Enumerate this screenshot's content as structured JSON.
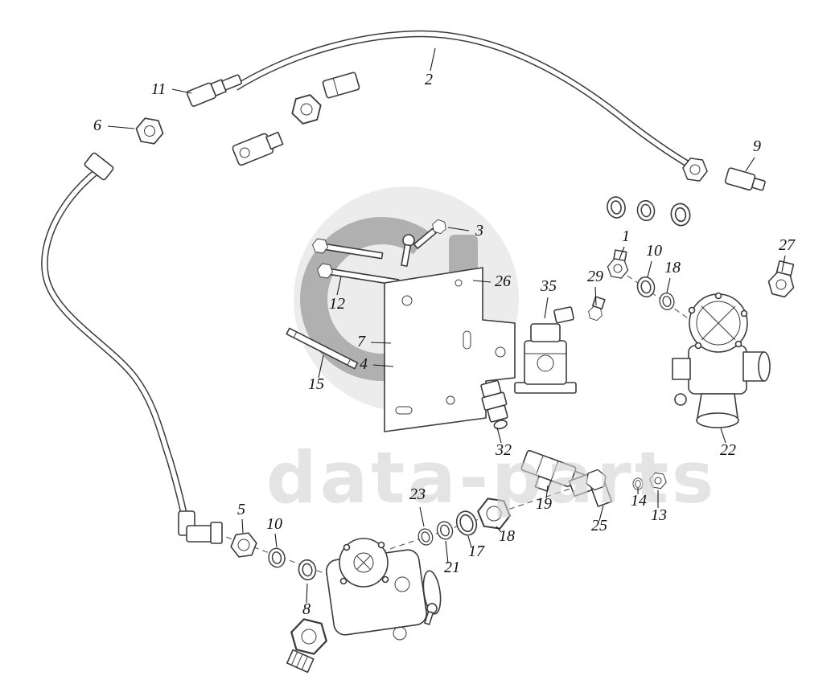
{
  "diagram": {
    "watermark_text": "data-parts",
    "callouts": [
      {
        "id": "11",
        "label": "11"
      },
      {
        "id": "6",
        "label": "6"
      },
      {
        "id": "2",
        "label": "2"
      },
      {
        "id": "9",
        "label": "9"
      },
      {
        "id": "3",
        "label": "3"
      },
      {
        "id": "26",
        "label": "26"
      },
      {
        "id": "12",
        "label": "12"
      },
      {
        "id": "35",
        "label": "35"
      },
      {
        "id": "29",
        "label": "29"
      },
      {
        "id": "1",
        "label": "1"
      },
      {
        "id": "10",
        "label": "10"
      },
      {
        "id": "18",
        "label": "18"
      },
      {
        "id": "27",
        "label": "27"
      },
      {
        "id": "7",
        "label": "7"
      },
      {
        "id": "4",
        "label": "4"
      },
      {
        "id": "15",
        "label": "15"
      },
      {
        "id": "32",
        "label": "32"
      },
      {
        "id": "22",
        "label": "22"
      },
      {
        "id": "23",
        "label": "23"
      },
      {
        "id": "19",
        "label": "19"
      },
      {
        "id": "25",
        "label": "25"
      },
      {
        "id": "14",
        "label": "14"
      },
      {
        "id": "13",
        "label": "13"
      },
      {
        "id": "18-2",
        "label": "18"
      },
      {
        "id": "17",
        "label": "17"
      },
      {
        "id": "21",
        "label": "21"
      },
      {
        "id": "5",
        "label": "5"
      },
      {
        "id": "10-2",
        "label": "10"
      },
      {
        "id": "8",
        "label": "8"
      }
    ],
    "colors": {
      "line": "#3b3b3b",
      "label": "#111111",
      "watermark": "#d3d3d3",
      "logo": "#b0b0b0",
      "background": "#ffffff"
    }
  }
}
